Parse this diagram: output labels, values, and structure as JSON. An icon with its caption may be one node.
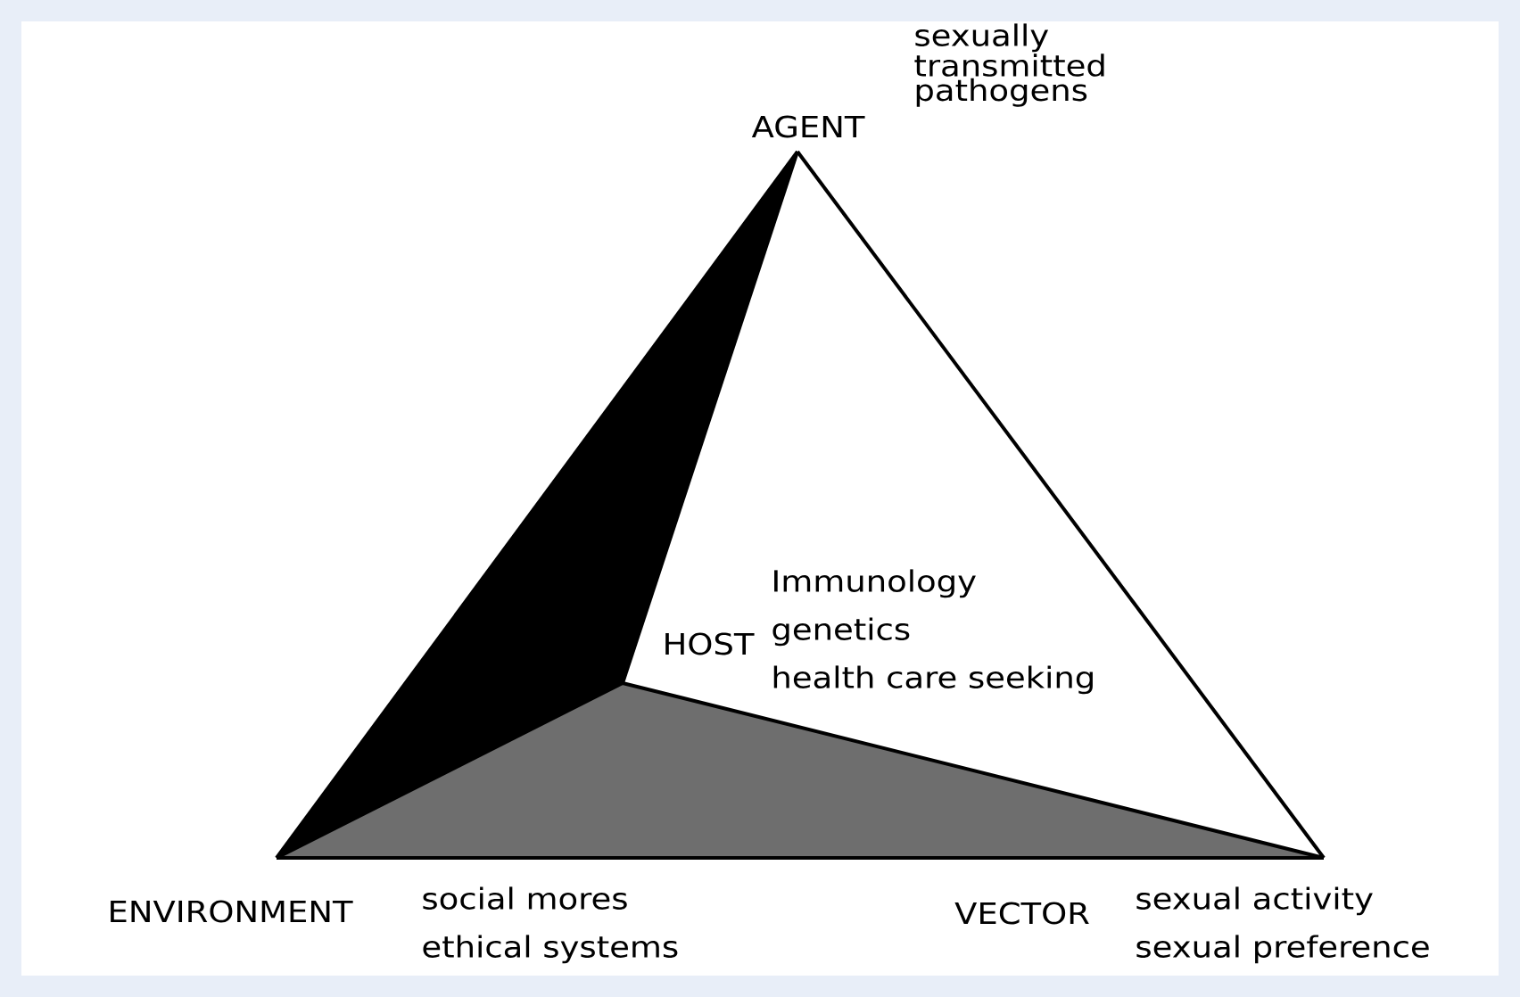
{
  "diagram": {
    "nodes": [
      {
        "text": [
          "AGENT"
        ],
        "beside": [
          "sexually transmitted pathogens"
        ]
      },
      {
        "text": [
          "HOST"
        ],
        "beside": [
          "Immunology",
          "genetics",
          "health care seeking"
        ]
      },
      {
        "text": [
          "ENVIRONMENT"
        ],
        "beside": [
          "social mores",
          "ethical systems"
        ]
      },
      {
        "text": [
          "VECTOR"
        ],
        "beside": [
          "sexual activity",
          "sexual preference"
        ]
      }
    ],
    "edges": [
      {
        "from": 0,
        "to": 2,
        "arrow": "none"
      },
      {
        "from": 0,
        "to": 3,
        "arrow": "none"
      },
      {
        "from": 2,
        "to": 3,
        "arrow": "none"
      },
      {
        "from": 0,
        "to": 1,
        "arrow": "none"
      },
      {
        "from": 1,
        "to": 2,
        "arrow": "none"
      },
      {
        "from": 1,
        "to": 3,
        "arrow": "none"
      }
    ]
  }
}
